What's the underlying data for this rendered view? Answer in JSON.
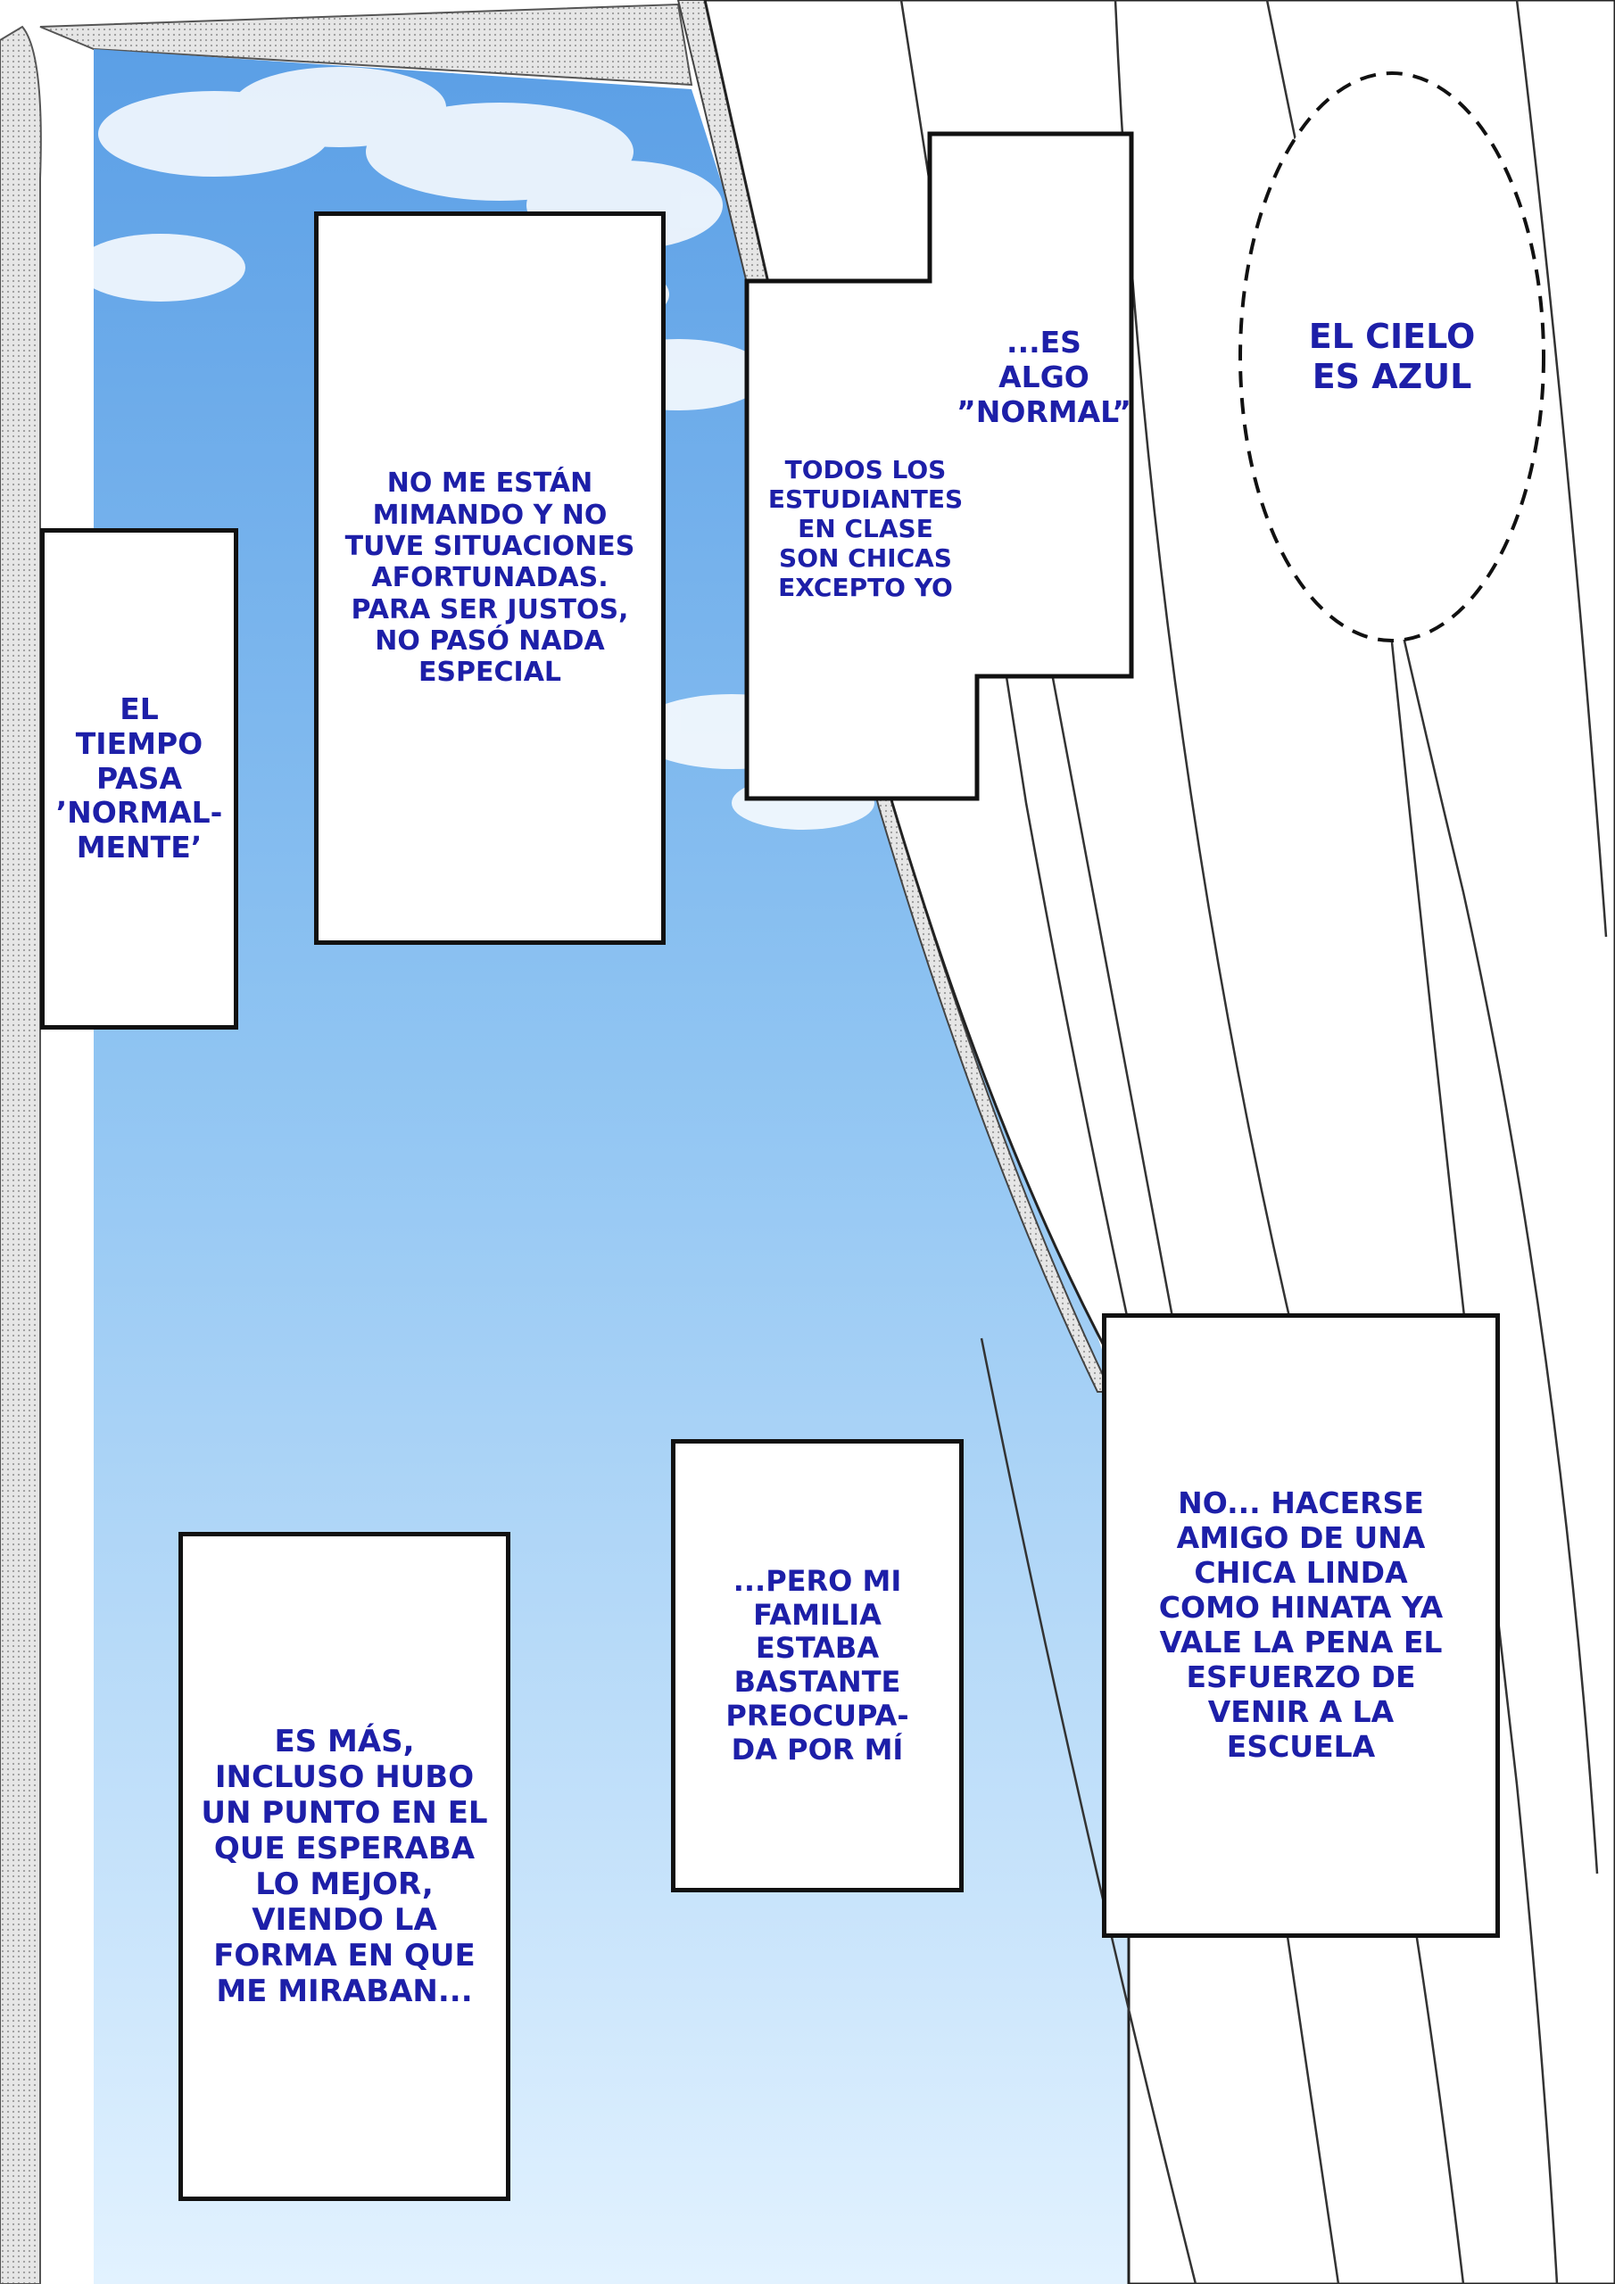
{
  "colors": {
    "text": "#1d1fa8",
    "border": "#111111",
    "sky_top": "#5b9fe6",
    "sky_bottom": "#e2f2ff",
    "curtain_edge": "#bfbfbf"
  },
  "captions": {
    "tiempo": "EL\nTIEMPO\nPASA\n’NORMAL-\nMENTE’",
    "mimando": "NO ME ESTÁN\nMIMANDO Y NO\nTUVE SITUACIONES\nAFORTUNADAS.\nPARA SER JUSTOS,\nNO PASÓ NADA\nESPECIAL",
    "estudiantes": "TODOS LOS\nESTUDIANTES\nEN CLASE\nSON CHICAS\nEXCEPTO YO",
    "normal": "...ES\nALGO\n”NORMAL”",
    "cielo": "EL CIELO\nES AZUL",
    "hinata": "NO... HACERSE\nAMIGO DE UNA\nCHICA LINDA\nCOMO HINATA YA\nVALE LA PENA EL\nESFUERZO DE\nVENIR A LA\nESCUELA",
    "familia": "...PERO MI\nFAMILIA\nESTABA\nBASTANTE\nPREOCUPA-\nDA POR MÍ",
    "es_mas": "ES MÁS,\nINCLUSO HUBO\nUN PUNTO EN EL\nQUE ESPERABA\nLO MEJOR,\nVIENDO LA\nFORMA EN QUE\nME MIRABAN..."
  }
}
